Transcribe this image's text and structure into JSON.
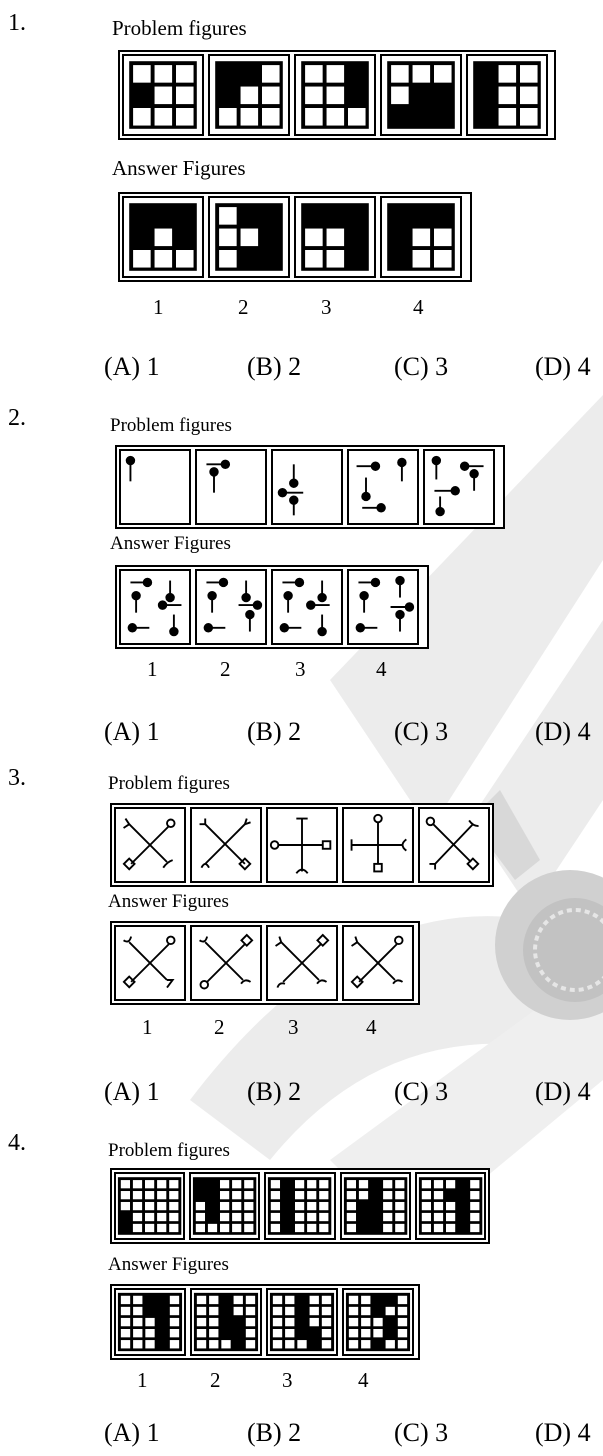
{
  "questions": [
    {
      "number": "1.",
      "problem_label": "Problem figures",
      "answer_label": "Answer Figures",
      "answer_numbers": [
        "1",
        "2",
        "3",
        "4"
      ],
      "options": [
        "(A) 1",
        "(B) 2",
        "(C) 3",
        "(D) 4"
      ],
      "problem_grids": [
        [
          0,
          0,
          0,
          1,
          0,
          0,
          0,
          0,
          0
        ],
        [
          1,
          1,
          0,
          1,
          0,
          0,
          0,
          0,
          0
        ],
        [
          0,
          0,
          1,
          0,
          0,
          1,
          0,
          0,
          0
        ],
        [
          0,
          0,
          0,
          0,
          1,
          1,
          1,
          1,
          1
        ],
        [
          1,
          0,
          0,
          1,
          0,
          0,
          1,
          0,
          0
        ]
      ],
      "answer_grids": [
        [
          1,
          1,
          1,
          1,
          0,
          1,
          0,
          0,
          0
        ],
        [
          0,
          1,
          1,
          0,
          0,
          1,
          0,
          1,
          1
        ],
        [
          1,
          1,
          1,
          0,
          0,
          1,
          0,
          0,
          1
        ],
        [
          1,
          1,
          1,
          1,
          0,
          0,
          1,
          0,
          0
        ]
      ]
    },
    {
      "number": "2.",
      "problem_label": "Problem figures",
      "answer_label": "Answer Figures",
      "answer_numbers": [
        "1",
        "2",
        "3",
        "4"
      ],
      "options": [
        "(A) 1",
        "(B) 2",
        "(C) 3",
        "(D) 4"
      ]
    },
    {
      "number": "3.",
      "problem_label": "Problem figures",
      "answer_label": "Answer Figures",
      "answer_numbers": [
        "1",
        "2",
        "3",
        "4"
      ],
      "options": [
        "(A) 1",
        "(B) 2",
        "(C) 3",
        "(D) 4"
      ]
    },
    {
      "number": "4.",
      "problem_label": "Problem figures",
      "answer_label": "Answer Figures",
      "answer_numbers": [
        "1",
        "2",
        "3",
        "4"
      ],
      "options": [
        "(A) 1",
        "(B) 2",
        "(C) 3",
        "(D) 4"
      ]
    }
  ]
}
